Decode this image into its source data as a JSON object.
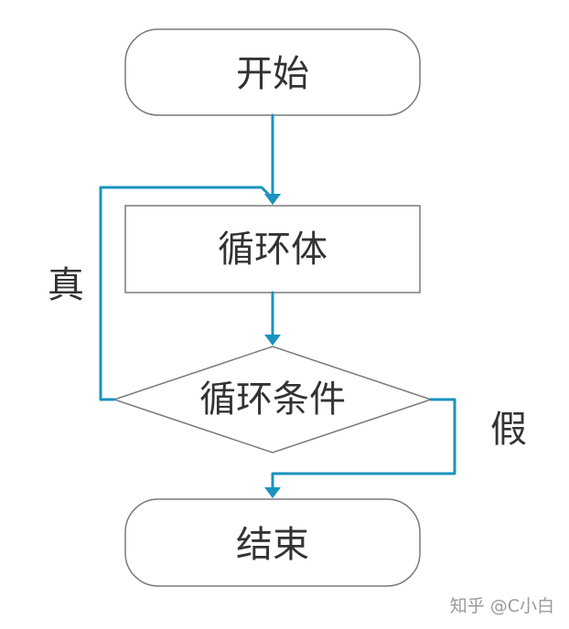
{
  "nodes": {
    "start": "开始",
    "loop_body": "循环体",
    "loop_condition": "循环条件",
    "end": "结束"
  },
  "branches": {
    "true_label": "真",
    "false_label": "假"
  },
  "watermark": "知乎 @C小白",
  "colors": {
    "connector": "#1a93bd",
    "node_border": "#7a7a7a",
    "text": "#333333",
    "background": "#ffffff"
  }
}
